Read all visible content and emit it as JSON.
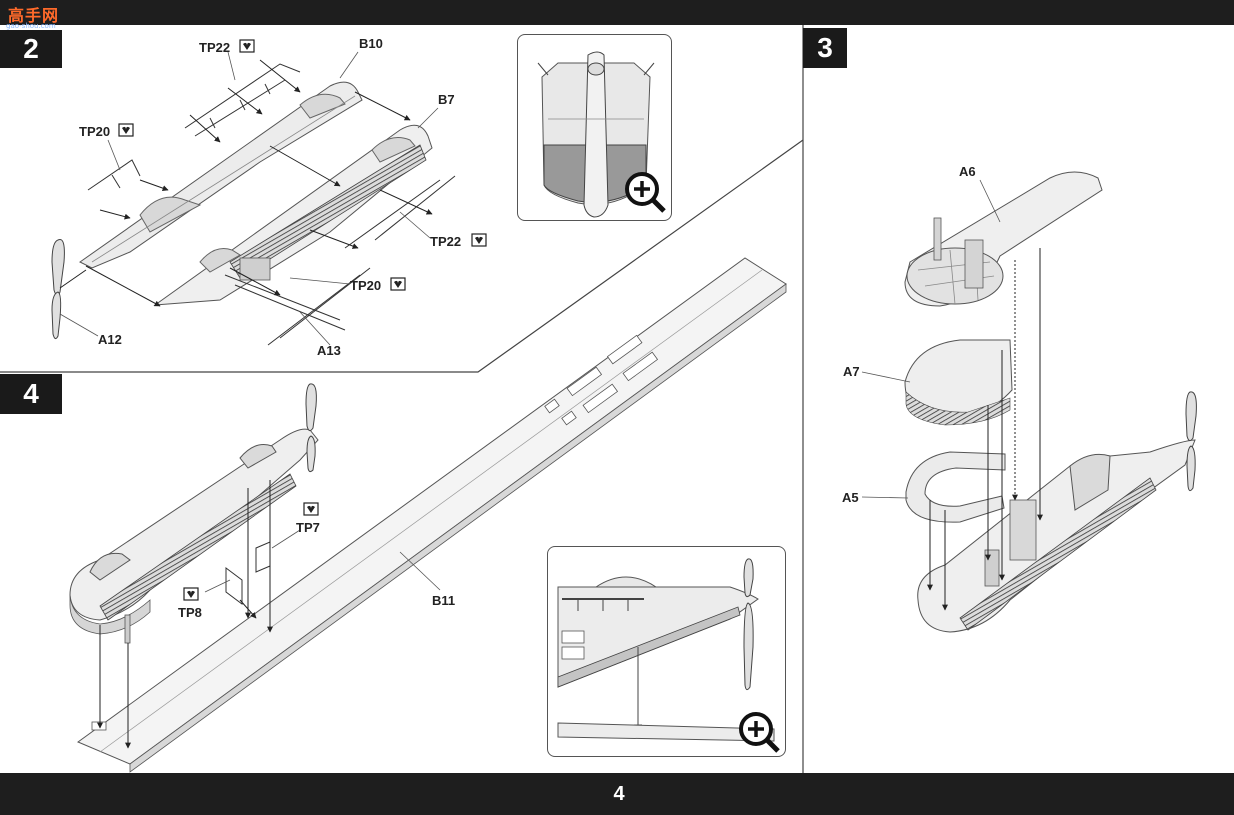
{
  "watermark": {
    "text": "高手网",
    "subtext": "gao-shou.com"
  },
  "page_number": "4",
  "steps": {
    "step2": "2",
    "step3": "3",
    "step4": "4"
  },
  "labels": {
    "b10": "B10",
    "b7": "B7",
    "tp22_a": "TP22",
    "tp22_b": "TP22",
    "tp20_a": "TP20",
    "tp20_b": "TP20",
    "a12": "A12",
    "a13": "A13",
    "a6": "A6",
    "a7": "A7",
    "a5": "A5",
    "tp7": "TP7",
    "tp8": "TP8",
    "b11": "B11"
  },
  "icons": {
    "photo_etch": "photo-etch-icon",
    "zoom": "zoom-plus-icon"
  }
}
